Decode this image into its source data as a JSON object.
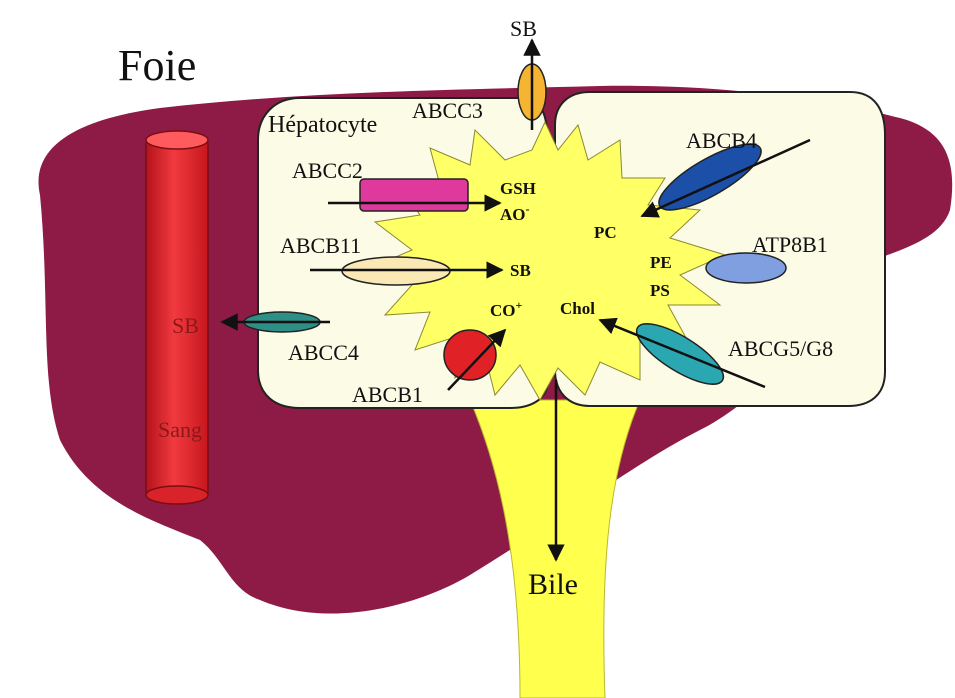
{
  "title": "Foie",
  "cell_label": "Hépatocyte",
  "blood_vessel": {
    "label": "Sang",
    "metabolite": "SB"
  },
  "bile_duct": {
    "label": "Bile"
  },
  "efflux_top": {
    "metabolite": "SB"
  },
  "canaliculus_substrates": {
    "gsh": "GSH",
    "ao": "AO",
    "ao_charge": "-",
    "sb": "SB",
    "co": "CO",
    "co_charge": "+",
    "pc": "PC",
    "pe": "PE",
    "ps": "PS",
    "chol": "Chol"
  },
  "transporters": [
    {
      "id": "abcc3",
      "label": "ABCC3",
      "color": "#f5b431"
    },
    {
      "id": "abcc2",
      "label": "ABCC2",
      "color": "#e0399e"
    },
    {
      "id": "abcb11",
      "label": "ABCB11",
      "color": "#fbe9b5"
    },
    {
      "id": "abcc4",
      "label": "ABCC4",
      "color": "#2e8f86"
    },
    {
      "id": "abcb1",
      "label": "ABCB1",
      "color": "#e02226"
    },
    {
      "id": "abcb4",
      "label": "ABCB4",
      "color": "#1c4fa8"
    },
    {
      "id": "atp8b1",
      "label": "ATP8B1",
      "color": "#7f9fe0"
    },
    {
      "id": "abcg5g8",
      "label": "ABCG5/G8",
      "color": "#2aa7b0"
    }
  ],
  "colors": {
    "liver": "#8e1b45",
    "cell_fill": "#fbfbe6",
    "canaliculus": "#ffff66",
    "bile": "#ffff4d",
    "vessel": "#e8242a"
  }
}
